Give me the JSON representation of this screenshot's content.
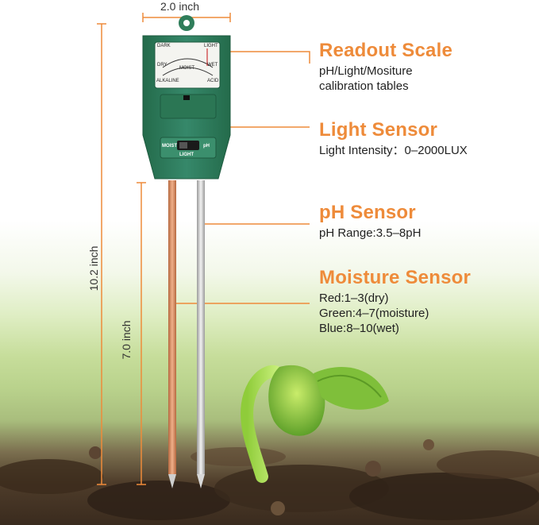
{
  "dimensions": {
    "width": "2.0 inch",
    "height_total": "10.2 inch",
    "probe_length": "7.0 inch"
  },
  "device": {
    "dial_labels": {
      "dark": "DARK",
      "light": "LIGHT",
      "dry": "DRY",
      "moist": "MOIST",
      "wet": "WET",
      "alkaline": "ALKALINE",
      "acid": "ACID"
    },
    "switch_labels": {
      "moist": "MOIST",
      "ph": "pH",
      "light": "LIGHT"
    }
  },
  "callouts": [
    {
      "title": "Readout Scale",
      "lines": [
        "pH/Light/Mositure",
        "calibration tables"
      ]
    },
    {
      "title": "Light Sensor",
      "lines": [
        "Light Intensity：0–2000LUX"
      ]
    },
    {
      "title": "pH Sensor",
      "lines": [
        "pH Range:3.5–8pH"
      ]
    },
    {
      "title": "Moisture Sensor",
      "lines": [
        "Red:1–3(dry)",
        "Green:4–7(moisture)",
        "Blue:8–10(wet)"
      ]
    }
  ],
  "colors": {
    "accent": "#ee8b3a",
    "device_green": "#2f7d5a",
    "copper_probe": "#d98a5e",
    "silver_probe": "#c8c8c8"
  }
}
